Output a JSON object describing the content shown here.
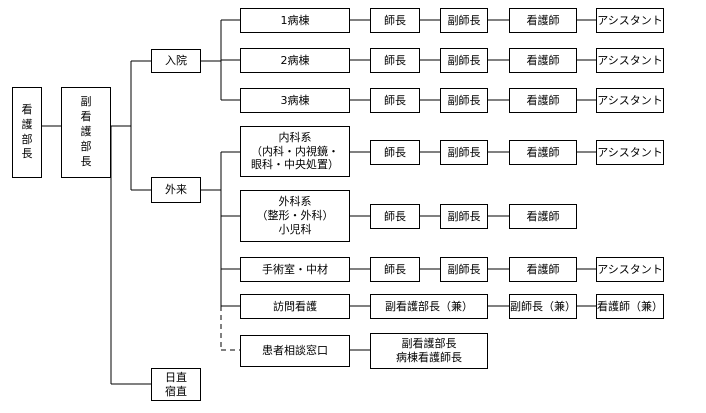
{
  "director": [
    "看",
    "護",
    "部",
    "長"
  ],
  "deputy": [
    "副",
    "看",
    "護",
    "部",
    "長"
  ],
  "branches": {
    "inpatient": "入院",
    "outpatient": "外来",
    "night": [
      "日直",
      "宿直"
    ]
  },
  "wards": [
    {
      "name": "1病棟",
      "roles": [
        "師長",
        "副師長",
        "看護師",
        "アシスタント"
      ]
    },
    {
      "name": "2病棟",
      "roles": [
        "師長",
        "副師長",
        "看護師",
        "アシスタント"
      ]
    },
    {
      "name": "3病棟",
      "roles": [
        "師長",
        "副師長",
        "看護師",
        "アシスタント"
      ]
    }
  ],
  "outpatient_units": [
    {
      "name": [
        "内科系",
        "（内科・内視鏡・",
        "眼科・中央処置）"
      ],
      "roles": [
        "師長",
        "副師長",
        "看護師",
        "アシスタント"
      ]
    },
    {
      "name": [
        "外科系",
        "（整形・外科）",
        "小児科"
      ],
      "roles": [
        "師長",
        "副師長",
        "看護師"
      ]
    },
    {
      "name": [
        "手術室・中材"
      ],
      "roles": [
        "師長",
        "副師長",
        "看護師",
        "アシスタント"
      ]
    },
    {
      "name": [
        "訪問看護"
      ],
      "roles": [
        "副看護部長（兼）",
        "副師長（兼）",
        "看護師（兼）"
      ]
    },
    {
      "name": [
        "患者相談窓口"
      ],
      "roles": [
        [
          "副看護部長",
          "病棟看護師長"
        ]
      ]
    }
  ]
}
